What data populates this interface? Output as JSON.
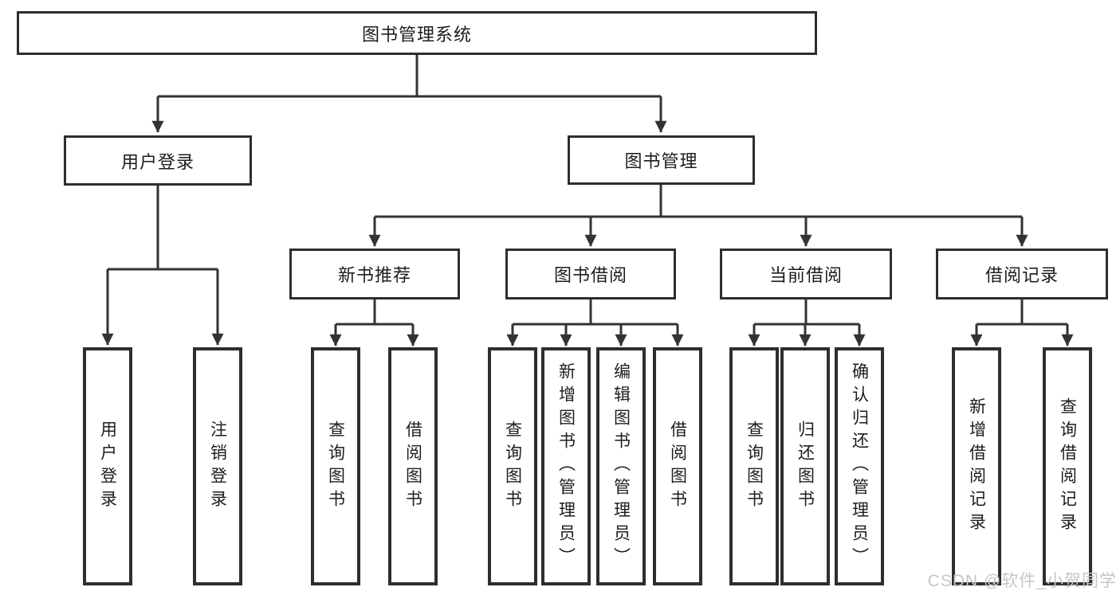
{
  "diagram": {
    "root": {
      "label": "图书管理系统"
    },
    "level2": {
      "user_login": {
        "label": "用户登录"
      },
      "book_mgmt": {
        "label": "图书管理"
      }
    },
    "level3": {
      "new_books": {
        "label": "新书推荐"
      },
      "borrowing": {
        "label": "图书借阅"
      },
      "current": {
        "label": "当前借阅"
      },
      "records": {
        "label": "借阅记录"
      }
    },
    "leaves": {
      "login": {
        "label": "用户登录"
      },
      "logout": {
        "label": "注销登录"
      },
      "nb_query": {
        "label": "查询图书"
      },
      "nb_borrow": {
        "label": "借阅图书"
      },
      "bb_query": {
        "label": "查询图书"
      },
      "bb_add": {
        "label": "新增图书（管理员）"
      },
      "bb_edit": {
        "label": "编辑图书（管理员）"
      },
      "bb_borrow": {
        "label": "借阅图书"
      },
      "cb_query": {
        "label": "查询图书"
      },
      "cb_return": {
        "label": "归还图书"
      },
      "cb_confirm": {
        "label": "确认归还（管理员）"
      },
      "br_add": {
        "label": "新增借阅记录"
      },
      "br_query": {
        "label": "查询借阅记录"
      }
    },
    "watermark": {
      "text": "CSDN @软件_小贺同学"
    },
    "colors": {
      "line": "#333333",
      "border": "#2e2e2e",
      "text": "#1d1d1f",
      "watermark": "#c6c6c6",
      "background": "#ffffff"
    }
  }
}
